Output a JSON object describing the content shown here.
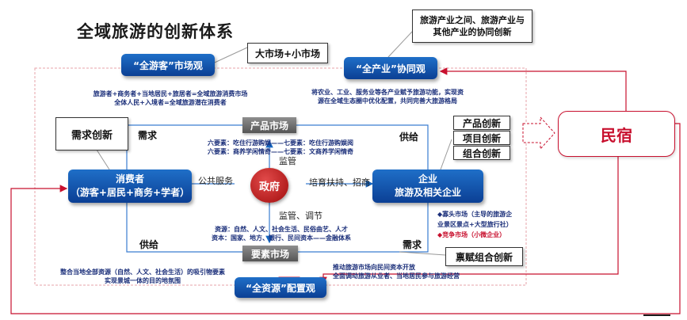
{
  "title": "全域旅游的创新体系",
  "market_view": {
    "box_label": "“全游客”市场观",
    "sub_label": "大市场+小市场",
    "desc_line1": "旅游者+商务者+当地居民+旅居者=全域旅游消费市场",
    "desc_line2": "全体人民+入境者=全域旅游潜在消费者"
  },
  "industry_view": {
    "box_label": "“全产业”协同观",
    "callout_line1": "旅游产业之间、旅游产业与",
    "callout_line2": "其他产业的协同创新",
    "desc_line1": "将农业、工业、服务业等各产业赋予旅游功能，实现资",
    "desc_line2": "源在全域生态圈中优化配置，共同完善大旅游格局"
  },
  "resource_view": {
    "box_label": "“全资源”配置观",
    "desc_left_line1": "整合当地全部资源（自然、人文、社会生活）的吸引物要素",
    "desc_left_line2": "实现景城一体的目的地氛围",
    "desc_right_line1": "推动旅游市场向民间资本开放",
    "desc_right_line2": "全面调动旅游从业者、当地居民参与旅游经营"
  },
  "product_market": {
    "label": "产品市场",
    "row1": "六要素：吃住行游购娱——七要素：吃住行游购娱阅",
    "row2": "六要素：商养学闲情奇——七要素：文商养学闲情奇"
  },
  "factor_market": {
    "label": "要素市场",
    "row1": "资源：自然、人文、社会生活、民俗曲艺、人才",
    "row2": "资本：国家、地方、银行、民间资本——金融体系"
  },
  "consumer": {
    "line1": "消费者",
    "line2": "（游客+居民+商务+学者）"
  },
  "enterprise": {
    "line1": "企业",
    "line2": "旅游及相关企业"
  },
  "government": {
    "label": "政府"
  },
  "labels": {
    "demand_tl": "需求",
    "supply_tr": "供给",
    "supply_bl": "供给",
    "demand_br": "需求",
    "supervise_top": "监管",
    "supervise_bottom": "监管、调节",
    "public_service": "公共服务",
    "cultivate": "培育扶持、招商"
  },
  "demand_innovation": "需求创新",
  "product_innovation": [
    "产品创新",
    "项目创新",
    "组合创新"
  ],
  "endowment_innovation": "禀赋组合创新",
  "enterprise_notes": {
    "line1": "◆寡头市场（主导的旅游企",
    "line2": "业景区景点+大型旅行社）",
    "line3": "◆竞争市场（小微企业）"
  },
  "minsu": {
    "label": "民宿"
  },
  "colors": {
    "accent_blue": "#1565c0",
    "navy_text": "#1b2f7a",
    "red": "#c8102e",
    "grey_box": "#6e6e6e"
  }
}
